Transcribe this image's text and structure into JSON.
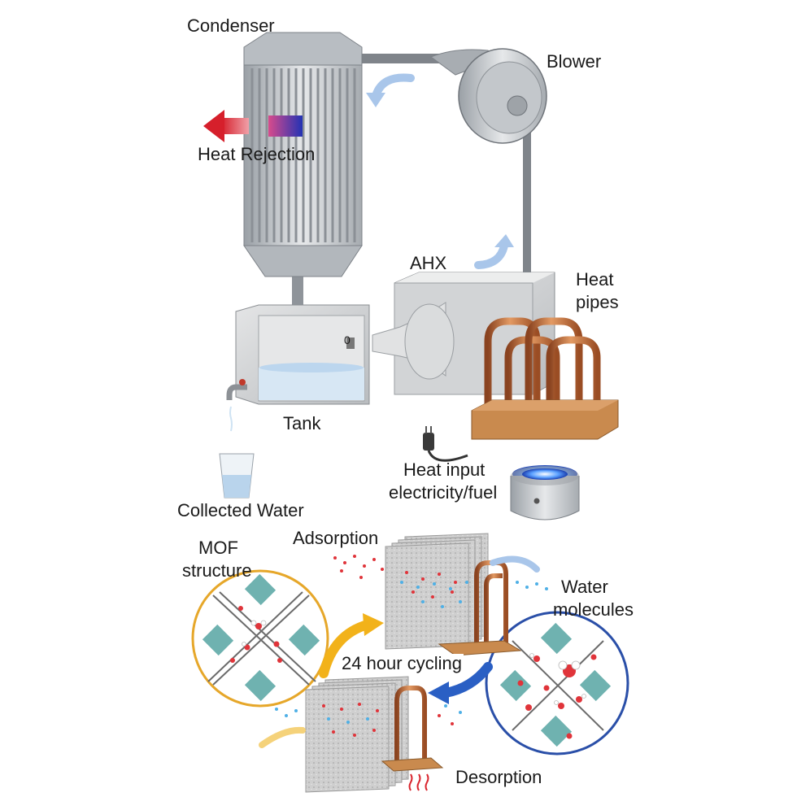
{
  "labels": {
    "condenser": "Condenser",
    "blower": "Blower",
    "heat_rejection": "Heat Rejection",
    "ahx": "AHX",
    "heat_pipes_line1": "Heat",
    "heat_pipes_line2": "pipes",
    "tank": "Tank",
    "tank_gauge": "0",
    "heat_input_line1": "Heat input",
    "heat_input_line2": "electricity/fuel",
    "collected_water": "Collected Water",
    "mof_line1": "MOF",
    "mof_line2": "structure",
    "adsorption": "Adsorption",
    "water_molecules_line1": "Water",
    "water_molecules_line2": "molecules",
    "cycling": "24 hour cycling",
    "desorption": "Desorption"
  },
  "colors": {
    "metal": "#c9cdd1",
    "metal_dark": "#8e9399",
    "copper": "#b8652f",
    "wood": "#c98a4e",
    "flow_arrow": "#a9c6ea",
    "heat_arrow": "#d9252e",
    "cool_arrow": "#2b3cb0",
    "cycle_yellow": "#f2b21a",
    "cycle_blue": "#2a5fc4",
    "mof_ring_gold": "#e6a72a",
    "mof_ring_blue": "#2a4fa8",
    "water_red": "#e0343a",
    "water_blue": "#4fb0e6"
  }
}
